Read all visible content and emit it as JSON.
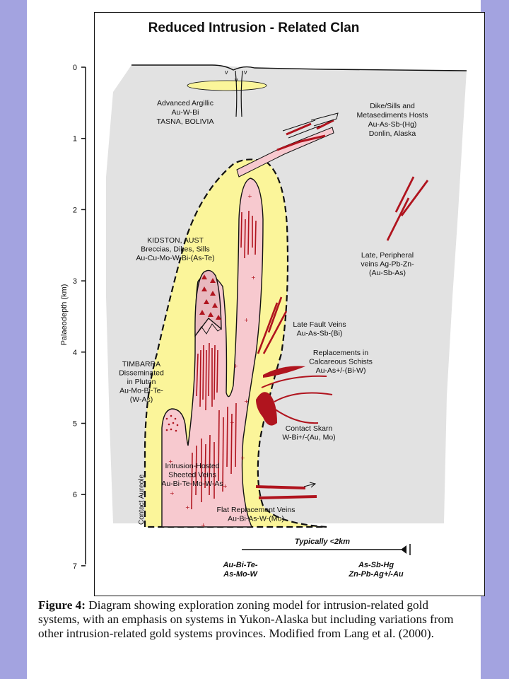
{
  "title": "Reduced Intrusion - Related Clan",
  "axis": {
    "label": "Palaeodepth (km)",
    "ticks": [
      "0",
      "1",
      "2",
      "3",
      "4",
      "5",
      "6",
      "7"
    ]
  },
  "labels": {
    "advanced_argillic": [
      "Advanced Argillic",
      "Au-W-Bi",
      "TASNA, BOLIVIA"
    ],
    "dike_sills": [
      "Dike/Sills and",
      "Metasediments Hosts",
      "Au-As-Sb-(Hg)",
      "Donlin, Alaska"
    ],
    "kidston": [
      "KIDSTON, AUST",
      "Breccias, Dikes, Sills",
      "Au-Cu-Mo-W-Bi-(As-Te)"
    ],
    "late_peripheral": [
      "Late, Peripheral",
      "veins Ag-Pb-Zn-",
      "(Au-Sb-As)"
    ],
    "late_fault": [
      "Late Fault Veins",
      "Au-As-Sb-(Bi)"
    ],
    "replacements": [
      "Replacements in",
      "Calcareous Schists",
      "Au-As+/-(Bi-W)"
    ],
    "timbarra": [
      "TIMBARRA",
      "Disseminated",
      "in Pluton",
      "Au-Mo-Bi-Te-",
      "(W-As)"
    ],
    "contact_skarn": [
      "Contact Skarn",
      "W-Bi+/-(Au, Mo)"
    ],
    "intrusion_hosted": [
      "Intrusion-Hosted",
      "Sheeted Veins",
      "Au-Bi-Te-Mo-W-As"
    ],
    "flat_replacement": [
      "Flat Replacement Veins",
      "Au-Bi-As-W-(Mo)"
    ],
    "contact_aureole": "Contact Aureole",
    "typically": "Typically <2km",
    "left_assemblage": [
      "Au-Bi-Te-",
      "As-Mo-W"
    ],
    "right_assemblage": [
      "As-Sb-Hg",
      "Zn-Pb-Ag+/-Au"
    ]
  },
  "caption": {
    "bold": "Figure 4:",
    "text": " Diagram showing exploration zoning model for intrusion-related gold systems, with an emphasis on systems in Yukon-Alaska but including variations from other intrusion-related gold systems provinces. Modified from Lang et al. (2000)."
  },
  "colors": {
    "background": "#ffffff",
    "side_bars": "#a3a3e0",
    "country_rock": "#e2e2e2",
    "aureole": "#fbf59a",
    "pluton": "#f7c9cf",
    "veins": "#b0141e",
    "outline": "#111111"
  }
}
